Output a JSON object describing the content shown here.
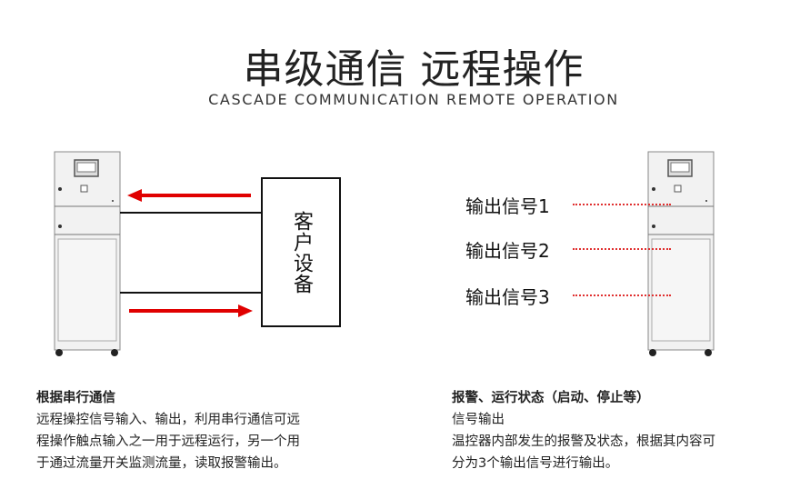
{
  "header": {
    "title": "串级通信 远程操作",
    "subtitle": "CASCADE COMMUNICATION REMOTE OPERATION"
  },
  "left_diagram": {
    "client_label": "客户设备"
  },
  "right_diagram": {
    "signals": [
      "输出信号1",
      "输出信号2",
      "输出信号3"
    ]
  },
  "left_text": {
    "heading": "根据串行通信",
    "lines": [
      "远程操控信号输入、输出，利用串行通信可远",
      "程操作触点输入之一用于远程运行，另一个用",
      "于通过流量开关监测流量，读取报警输出。"
    ]
  },
  "right_text": {
    "heading": "报警、运行状态（启动、停止等）",
    "lines": [
      "信号输出",
      "温控器内部发生的报警及状态，根据其内容可",
      "分为3个输出信号进行输出。"
    ]
  },
  "colors": {
    "arrow": "#e00000",
    "dots": "#e03030"
  }
}
